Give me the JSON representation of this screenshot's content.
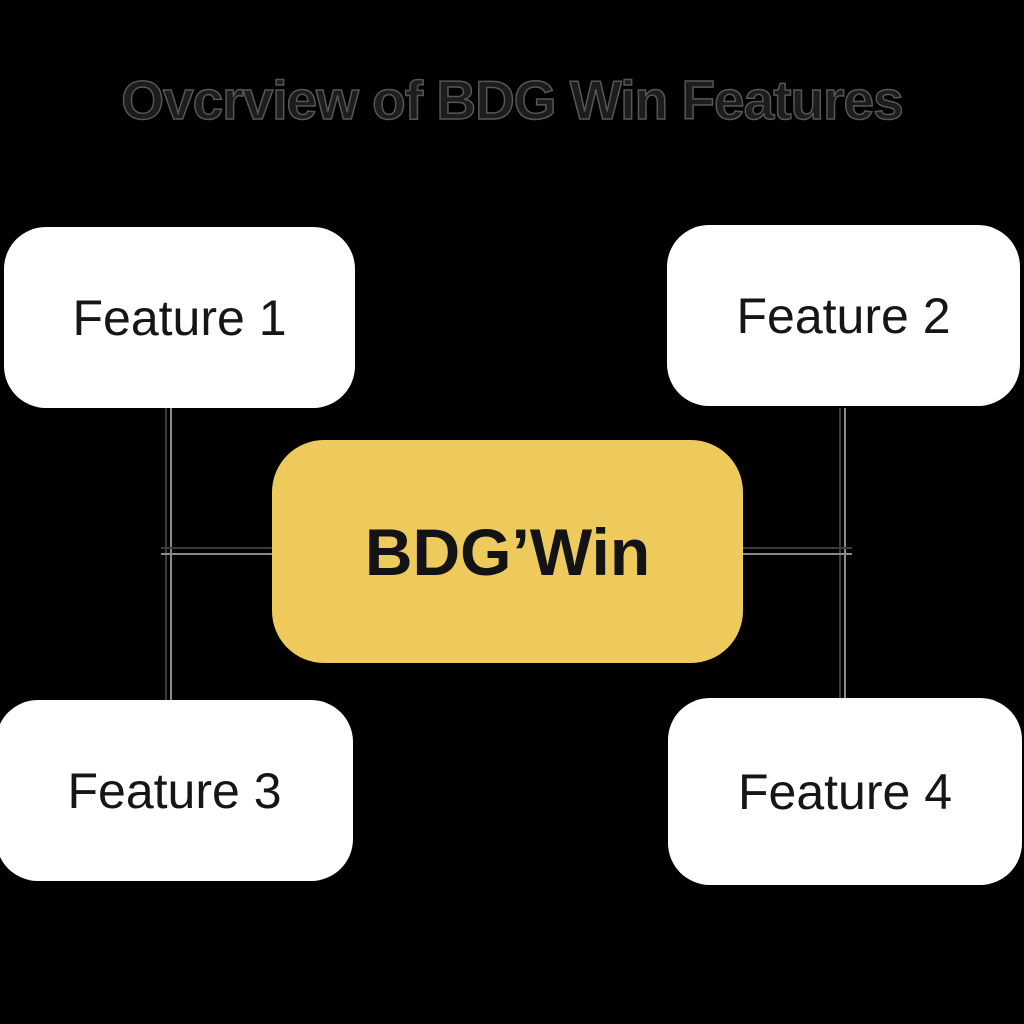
{
  "title": "Ovcrview of BDG Win Features",
  "center": {
    "label": "BDG’Win"
  },
  "features": [
    {
      "label": "Feature 1"
    },
    {
      "label": "Feature 2"
    },
    {
      "label": "Feature 3"
    },
    {
      "label": "Feature 4"
    }
  ],
  "colors": {
    "background": "#000000",
    "node_fill": "#ffffff",
    "node_text": "#161616",
    "center_fill": "#eeca5c",
    "center_text": "#131313",
    "title_fill": "#1d1d1d",
    "title_outline": "#565656",
    "connector_dark": "#3c3c3c",
    "connector_light": "#8a8a8a"
  }
}
